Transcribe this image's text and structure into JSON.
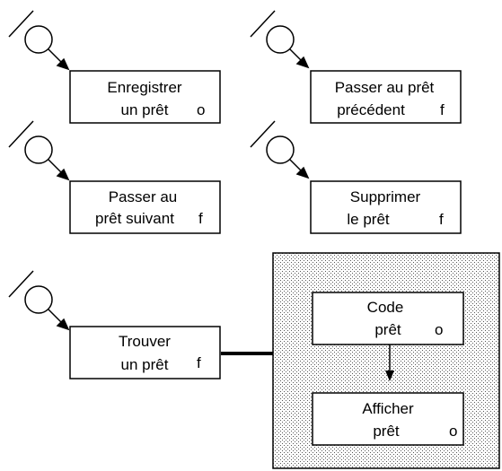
{
  "boxes": {
    "enregistrer": {
      "line1": "Enregistrer",
      "line2": "un prêt",
      "flag": "o"
    },
    "precedent": {
      "line1": "Passer au prêt",
      "line2": "précédent",
      "flag": "f"
    },
    "suivant": {
      "line1": "Passer au",
      "line2": "prêt suivant",
      "flag": "f"
    },
    "supprimer": {
      "line1": "Supprimer",
      "line2": "le prêt",
      "flag": "f"
    },
    "trouver": {
      "line1": "Trouver",
      "line2": "un prêt",
      "flag": "f"
    },
    "code": {
      "line1": "Code",
      "line2": "prêt",
      "flag": "o"
    },
    "afficher": {
      "line1": "Afficher",
      "line2": "prêt",
      "flag": "o"
    }
  }
}
